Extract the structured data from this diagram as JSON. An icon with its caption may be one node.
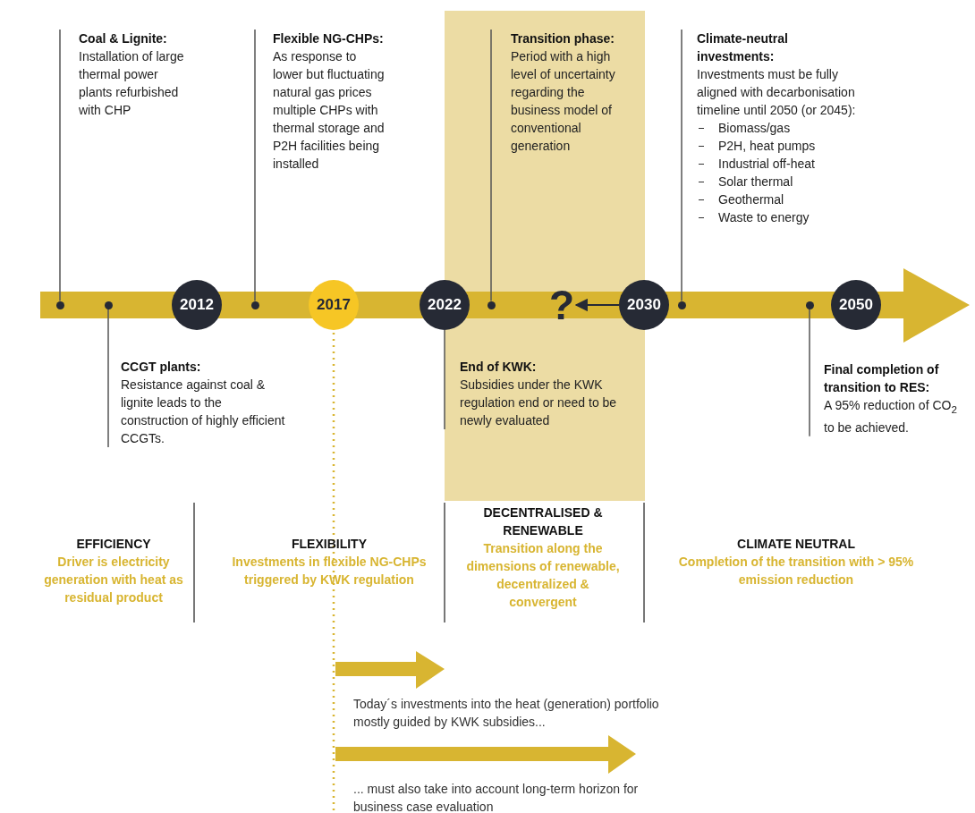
{
  "diagram": {
    "nodes": [
      {
        "text": [
          "Coal & Lignite:",
          "Installation of large thermal power plants refurbished with CHP"
        ]
      },
      {
        "text": [
          "Flexible NG-CHPs:",
          "As response to lower but fluctuating natural gas prices multiple CHPs with thermal storage and P2H facilities being installed"
        ]
      },
      {
        "text": [],
        "shape": "band"
      },
      {
        "text": [
          "Transition phase:",
          "Period with a high level of uncertainty regarding the business model of conventional generation"
        ],
        "in": 2
      },
      {
        "text": [
          "Climate-neutral investments:",
          "Investments must be fully aligned with decarbonisation timeline until 2050 (or 2045):",
          "Biomass/gas",
          "P2H, heat pumps",
          "Industrial off-heat",
          "Solar thermal",
          "Geothermal",
          "Waste to energy"
        ]
      },
      {
        "text": [],
        "shape": "circle"
      },
      {
        "text": [],
        "shape": "circle"
      },
      {
        "text": [
          "2012"
        ]
      },
      {
        "text": [],
        "shape": "circle"
      },
      {
        "text": [
          "2017"
        ]
      },
      {
        "text": [
          "2022"
        ]
      },
      {
        "text": [],
        "shape": "circle",
        "in": 2
      },
      {
        "text": [
          "?"
        ],
        "in": 2
      },
      {
        "text": [
          "2030"
        ]
      },
      {
        "text": [],
        "shape": "circle"
      },
      {
        "text": [],
        "shape": "circle"
      },
      {
        "text": [
          "2050"
        ]
      },
      {
        "text": [
          "CCGT plants:",
          "Resistance against coal & lignite leads to the construction of highly efficient CCGTs."
        ]
      },
      {
        "text": [
          "End of KWK:",
          "Subsidies under the KWK regulation end or need to be newly evaluated"
        ],
        "in": 2
      },
      {
        "text": [
          "Final completion of transition to RES:",
          "A 95% reduction of CO$_{2}$ to be achieved."
        ]
      }
    ],
    "edges": [
      {
        "from": 0,
        "to": 5,
        "arrow": "none"
      },
      {
        "from": 17,
        "to": 6,
        "arrow": "none"
      },
      {
        "from": 1,
        "to": 8,
        "arrow": "none"
      },
      {
        "from": 3,
        "to": 11,
        "arrow": "none"
      },
      {
        "from": 18,
        "to": 10,
        "arrow": "none"
      },
      {
        "from": 13,
        "to": 12,
        "arrow": "to"
      },
      {
        "from": 4,
        "to": 14,
        "arrow": "none"
      },
      {
        "from": 19,
        "to": 15,
        "arrow": "none"
      }
    ],
    "labels": [
      "EFFICIENCY",
      "Driver is electricity generation with heat as residual product",
      "FLEXIBILITY",
      "Investments in flexible NG-CHPs triggered by KWK regulation",
      "DECENTRALISED & RENEWABLE",
      "Transition along the dimensions of renewable, decentralized & convergent",
      "CLIMATE NEUTRAL",
      "Completion of the transition with > 95% emission reduction",
      "Today´s investments into the heat (generation) portfolio mostly guided by KWK subsidies...",
      "... must also take into account long-term horizon for business case evaluation"
    ]
  }
}
